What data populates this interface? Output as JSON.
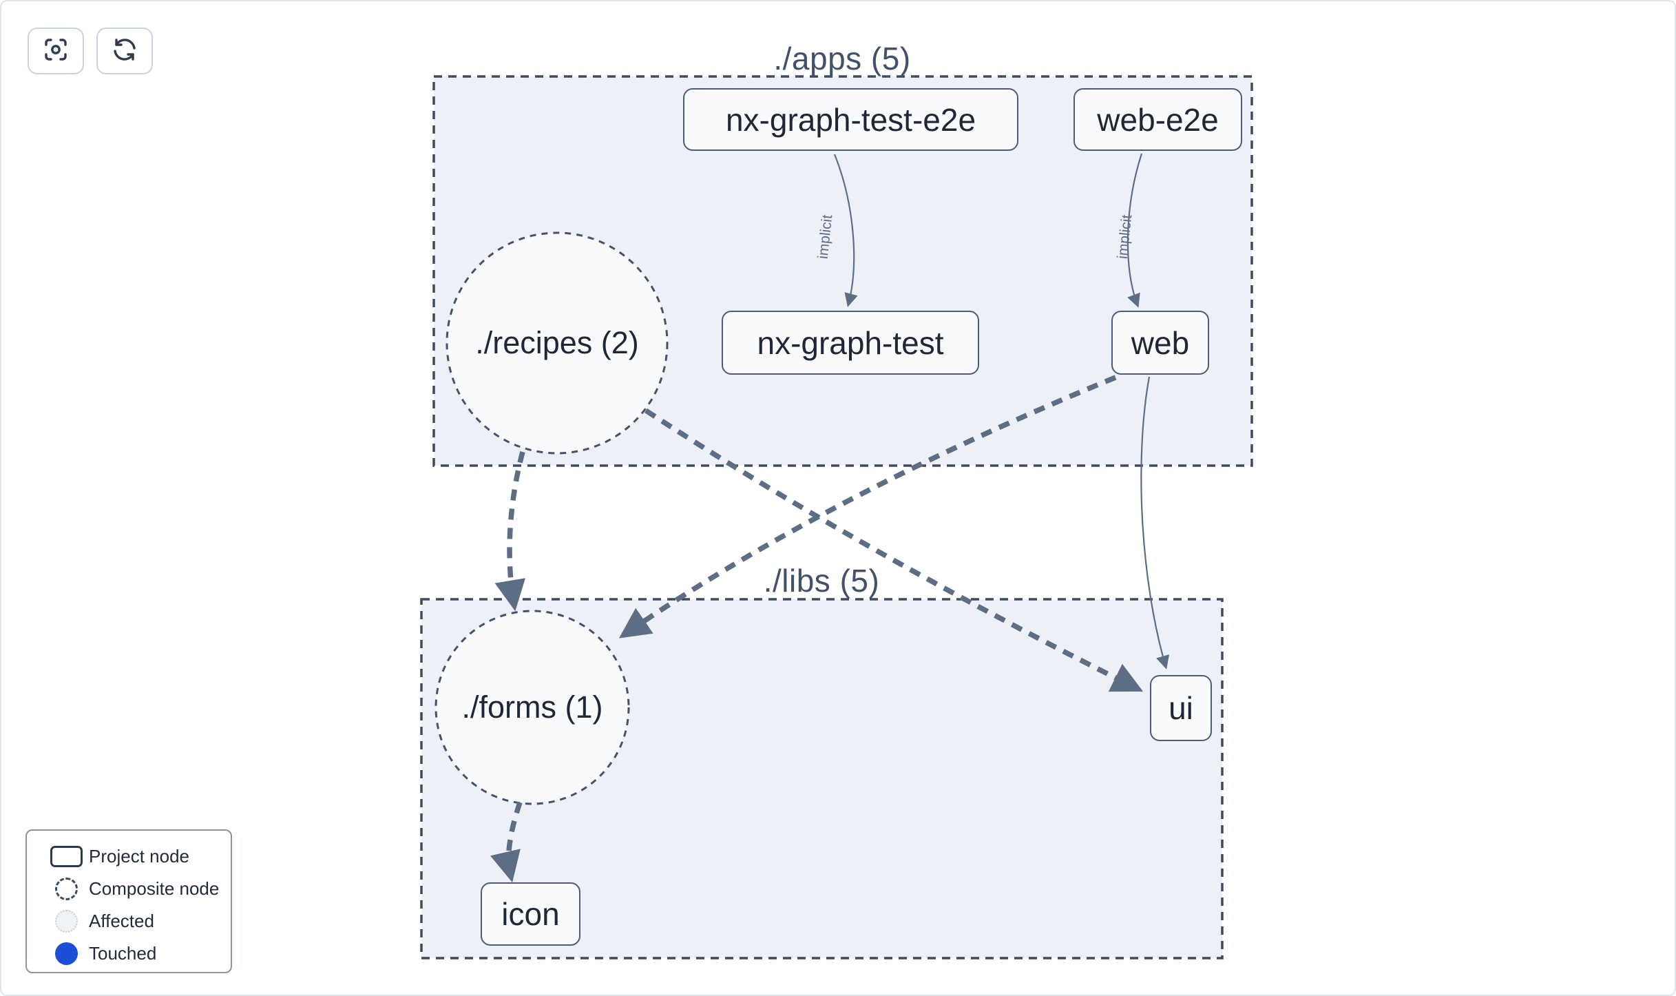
{
  "toolbar": {
    "buttons": [
      {
        "name": "focus-reset-button",
        "icon": "focus-icon"
      },
      {
        "name": "refresh-button",
        "icon": "refresh-icon"
      }
    ]
  },
  "groups": {
    "apps": {
      "title": "./apps (5)"
    },
    "libs": {
      "title": "./libs (5)"
    }
  },
  "nodes": {
    "nx_graph_test_e2e": {
      "label": "nx-graph-test-e2e",
      "type": "project",
      "group": "apps"
    },
    "web_e2e": {
      "label": "web-e2e",
      "type": "project",
      "group": "apps"
    },
    "nx_graph_test": {
      "label": "nx-graph-test",
      "type": "project",
      "group": "apps"
    },
    "web": {
      "label": "web",
      "type": "project",
      "group": "apps"
    },
    "recipes": {
      "label": "./recipes (2)",
      "type": "composite",
      "group": "apps"
    },
    "ui": {
      "label": "ui",
      "type": "project",
      "group": "libs"
    },
    "icon": {
      "label": "icon",
      "type": "project",
      "group": "libs"
    },
    "forms": {
      "label": "./forms (1)",
      "type": "composite",
      "group": "libs"
    }
  },
  "edges": {
    "list": [
      {
        "from": "nx-graph-test-e2e",
        "to": "nx-graph-test",
        "label": "implicit",
        "style": "solid"
      },
      {
        "from": "web-e2e",
        "to": "web",
        "label": "implicit",
        "style": "solid"
      },
      {
        "from": "web",
        "to": "ui",
        "label": "",
        "style": "solid"
      },
      {
        "from": "./recipes (2)",
        "to": "./forms (1)",
        "label": "",
        "style": "dashed"
      },
      {
        "from": "./recipes (2)",
        "to": "ui",
        "label": "",
        "style": "dashed"
      },
      {
        "from": "web",
        "to": "./forms (1)",
        "label": "",
        "style": "dashed"
      },
      {
        "from": "./forms (1)",
        "to": "icon",
        "label": "",
        "style": "dashed"
      }
    ]
  },
  "legend": {
    "items": [
      {
        "label": "Project node",
        "swatch": "project-node-swatch"
      },
      {
        "label": "Composite node",
        "swatch": "composite-node-swatch"
      },
      {
        "label": "Affected",
        "swatch": "affected-swatch"
      },
      {
        "label": "Touched",
        "swatch": "touched-swatch"
      }
    ]
  },
  "colors": {
    "touched_blue": "#1d4ed8",
    "affected_fill": "#eef1f6",
    "group_fill": "#edf1f7",
    "group_border": "#3d4b61",
    "edge": "#5d6d83",
    "node_fill": "#f8fafc",
    "node_border": "#4d5b74"
  }
}
